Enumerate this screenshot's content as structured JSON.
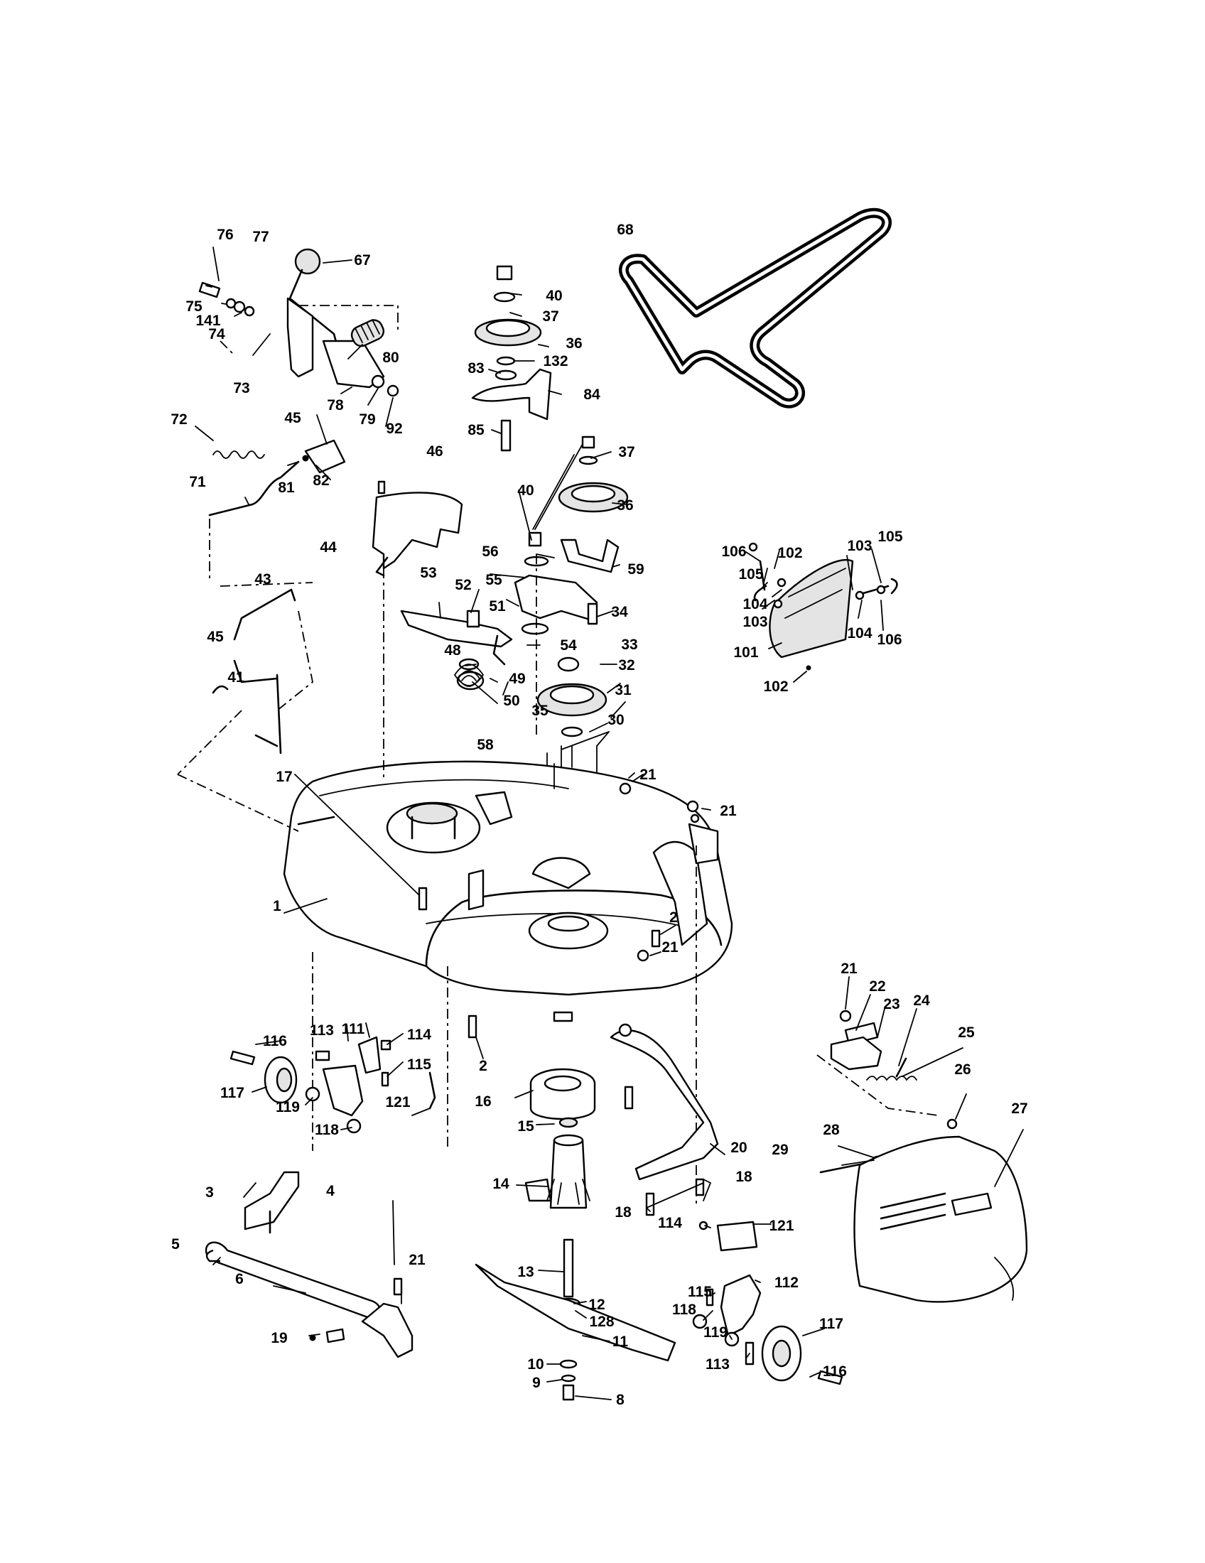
{
  "callouts": [
    "1",
    "2",
    "3",
    "4",
    "5",
    "6",
    "8",
    "9",
    "10",
    "11",
    "12",
    "13",
    "14",
    "15",
    "16",
    "17",
    "18",
    "19",
    "20",
    "21",
    "22",
    "23",
    "24",
    "25",
    "26",
    "27",
    "28",
    "29",
    "30",
    "31",
    "32",
    "33",
    "34",
    "35",
    "36",
    "37",
    "40",
    "41",
    "43",
    "44",
    "45",
    "46",
    "48",
    "49",
    "50",
    "51",
    "52",
    "53",
    "54",
    "55",
    "56",
    "58",
    "59",
    "67",
    "68",
    "71",
    "72",
    "73",
    "74",
    "75",
    "76",
    "77",
    "78",
    "79",
    "80",
    "81",
    "82",
    "83",
    "84",
    "85",
    "92",
    "101",
    "102",
    "103",
    "104",
    "105",
    "106",
    "111",
    "112",
    "113",
    "114",
    "115",
    "116",
    "117",
    "118",
    "119",
    "121",
    "128",
    "132",
    "141"
  ]
}
